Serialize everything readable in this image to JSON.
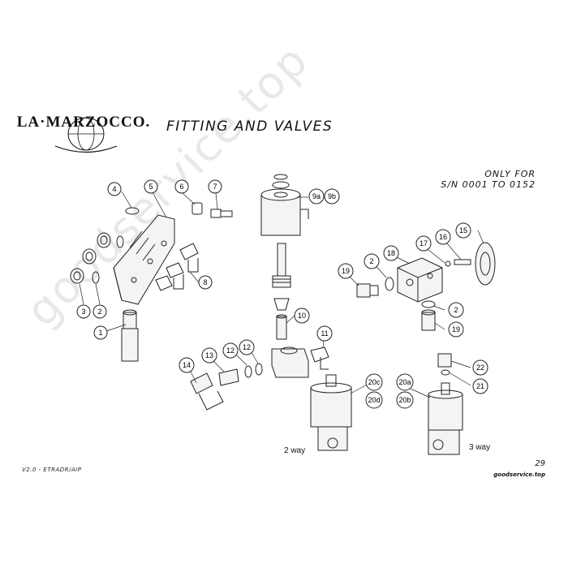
{
  "header": {
    "logo_text": "LA·MARZOCCO.",
    "title": "FITTING AND VALVES",
    "note_line1": "ONLY FOR",
    "note_line2": "S/N 0001 TO 0152"
  },
  "footer": {
    "version": "V2.0 - ETRADR/AIP",
    "page_number": "29",
    "site": "goodservice.top"
  },
  "watermark": "goodservice.top",
  "labels": {
    "two_way": "2 way",
    "three_way": "3 way"
  },
  "callouts": [
    "1",
    "2",
    "3",
    "4",
    "5",
    "6",
    "7",
    "8",
    "9a",
    "9b",
    "10",
    "11",
    "12",
    "13",
    "14",
    "15",
    "16",
    "17",
    "18",
    "19",
    "20a",
    "20b",
    "20c",
    "20d",
    "21",
    "22"
  ]
}
